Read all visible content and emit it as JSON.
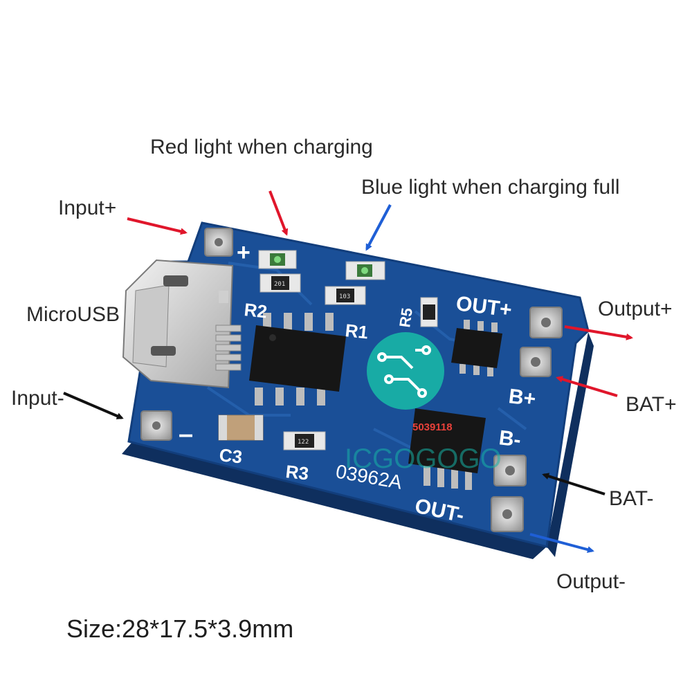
{
  "labels": {
    "red_light": "Red light when charging",
    "blue_light": "Blue light when charging full",
    "input_plus": "Input+",
    "microusb": "MicroUSB",
    "input_minus": "Input-",
    "output_plus": "Output+",
    "bat_plus": "BAT+",
    "bat_minus": "BAT-",
    "output_minus": "Output-",
    "size": "Size:28*17.5*3.9mm"
  },
  "silkscreen": {
    "plus": "+",
    "minus": "–",
    "r2": "R2",
    "r1": "R1",
    "r5": "R5",
    "r3": "R3",
    "c3": "C3",
    "out_plus": "OUT+",
    "out_minus": "OUT-",
    "b_plus": "B+",
    "b_minus": "B-",
    "board_id": "03962A",
    "res_r2_code": "201",
    "res_r1_code": "103",
    "res_r3_code": "122"
  },
  "watermark": {
    "brand": "ICGOGOGO",
    "shop_no": "5039118"
  },
  "colors": {
    "board": "#1a4f97",
    "pad": "#b8b8b8",
    "arrow_red": "#e0162b",
    "arrow_blue": "#1f5fd6",
    "arrow_black": "#111111",
    "watermark_teal": "#18b3a6",
    "watermark_red": "#e8413a"
  }
}
